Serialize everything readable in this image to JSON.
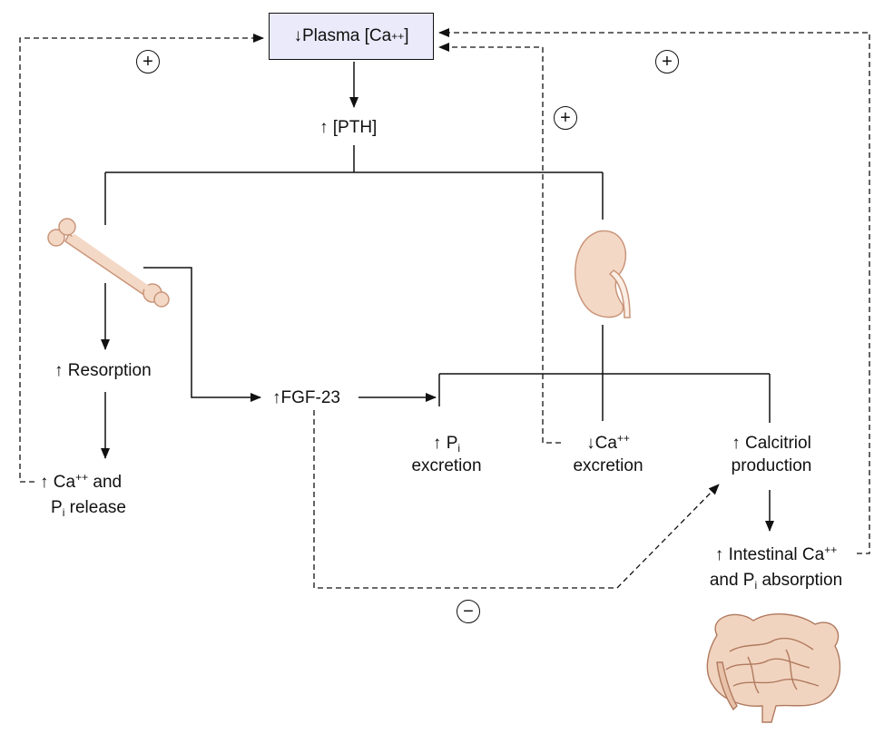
{
  "plasma": {
    "arrow": "↓",
    "text": "Plasma [Ca",
    "sup": "++",
    "close": "]"
  },
  "pth": {
    "arrow": "↑",
    "text": "[PTH]"
  },
  "resorption": {
    "arrow": "↑",
    "text": "Resorption"
  },
  "fgf": {
    "arrow": "↑",
    "text": "FGF-23"
  },
  "ca_release": {
    "line1_arrow": "↑",
    "line1_text": "Ca",
    "line1_sup": "++",
    "line1_tail": "and",
    "line2_p": "P",
    "line2_sub": "i",
    "line2_tail": "release"
  },
  "pi_excretion": {
    "arrow": "↑",
    "p": "P",
    "sub": "i",
    "line2": "excretion"
  },
  "ca_excretion": {
    "arrow": "↓",
    "text": "Ca",
    "sup": "++",
    "line2": "excretion"
  },
  "calcitriol": {
    "line1": "↑ Calcitriol",
    "line2": "production"
  },
  "intestinal": {
    "line1_arrow": "↑",
    "line1_text": "Intestinal Ca",
    "line1_sup": "++",
    "line2_and": "and",
    "line2_p": "P",
    "line2_sub": "i",
    "line2_tail": "absorption"
  },
  "signs": {
    "plus": "+",
    "minus": "−"
  },
  "icons": [
    "bone-icon",
    "kidney-icon",
    "intestine-icon"
  ],
  "colors": {
    "box_fill": "#eaeafb",
    "organ_fill": "#f4d8c6",
    "organ_stroke": "#c9957a"
  }
}
